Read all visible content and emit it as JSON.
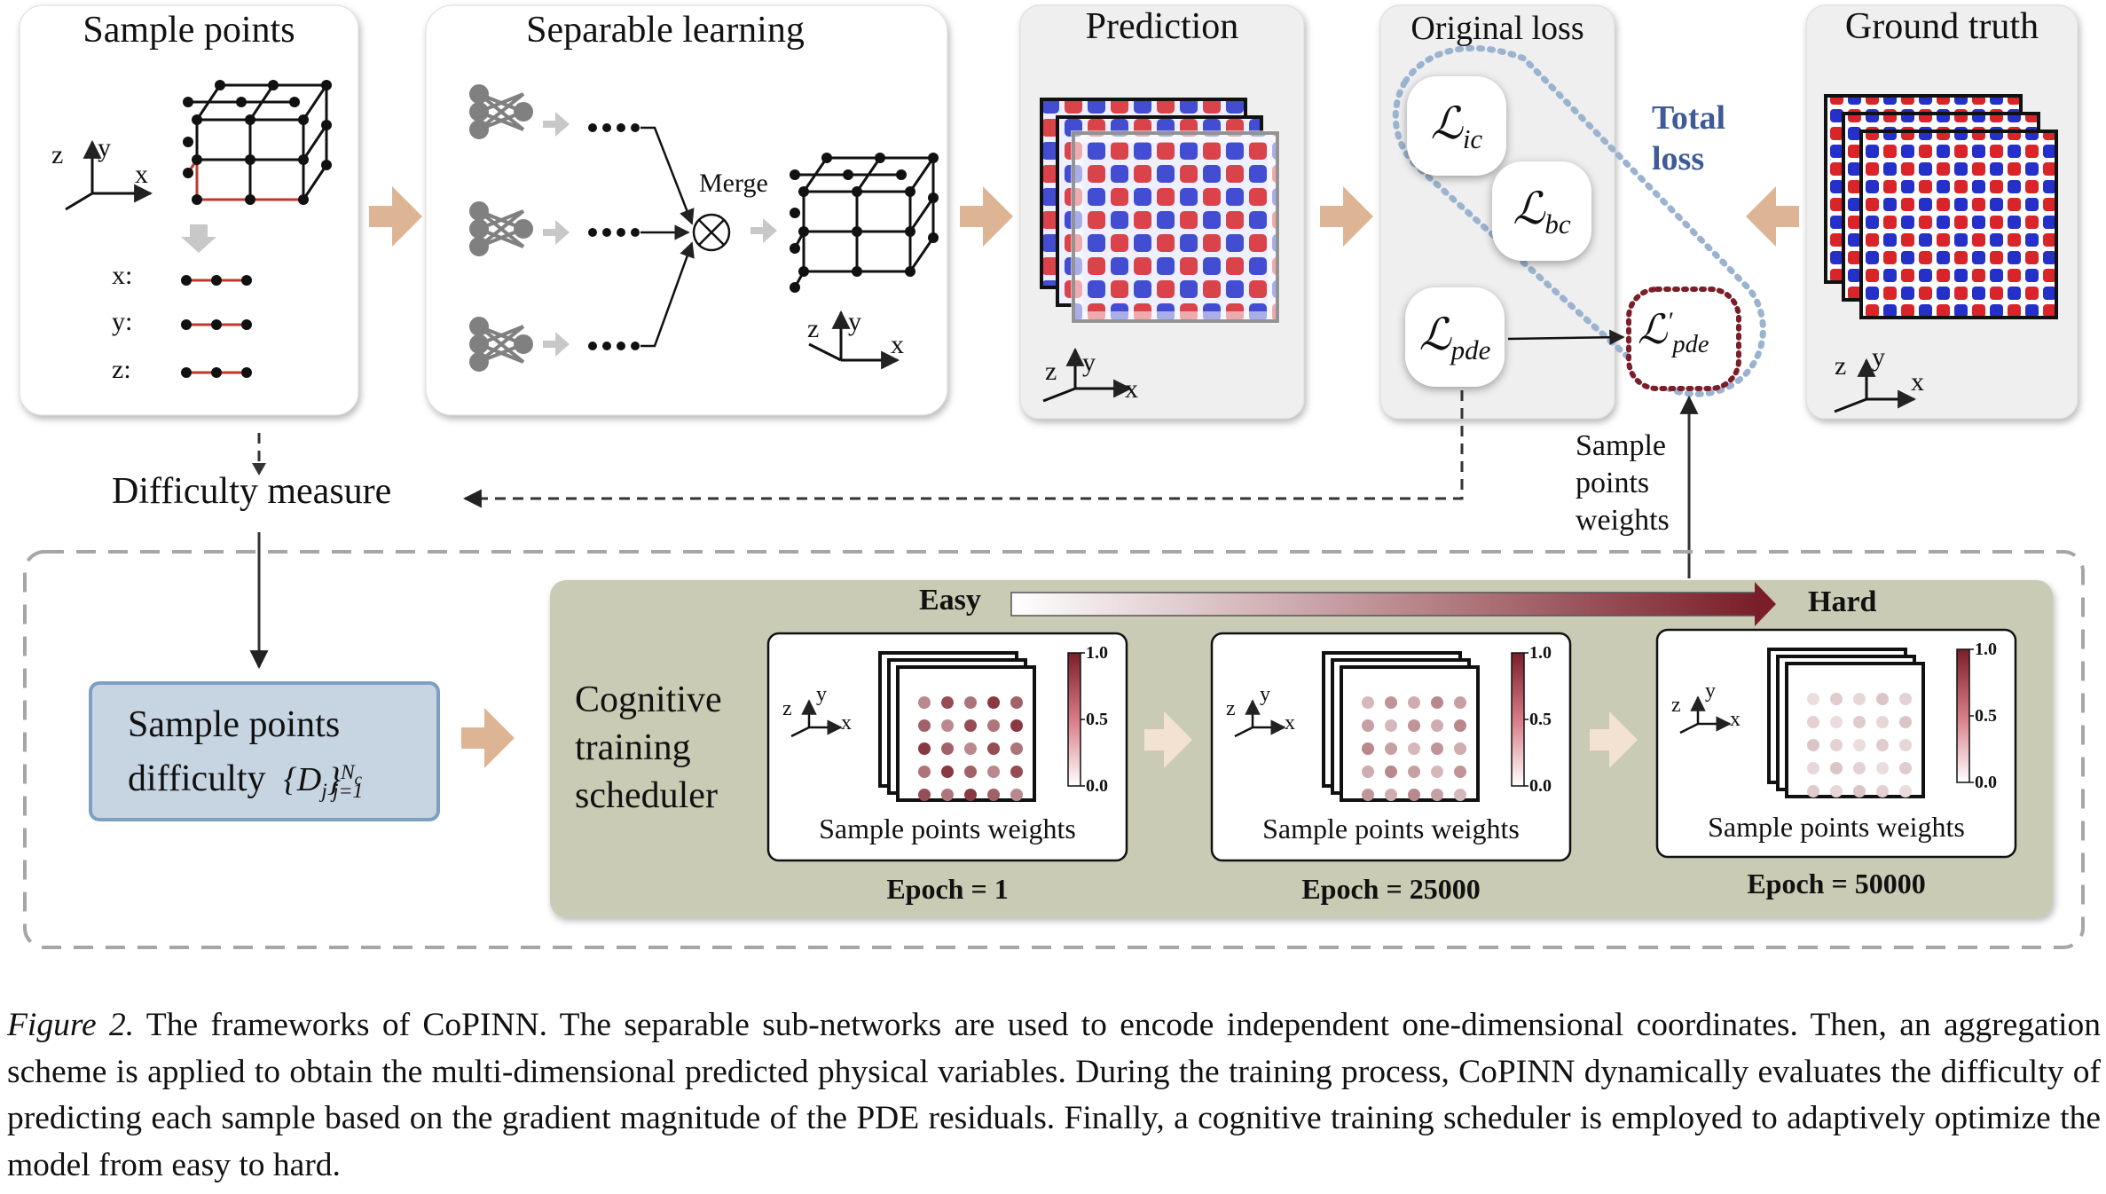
{
  "figure": {
    "sample_points": {
      "title": "Sample points",
      "x": "x",
      "y": "y",
      "z": "z",
      "rows": [
        "x:",
        "y:",
        "z:"
      ]
    },
    "separable": {
      "title": "Separable learning",
      "merge": "Merge"
    },
    "prediction": {
      "title": "Prediction"
    },
    "original_loss": {
      "title": "Original loss",
      "l_ic": "ic",
      "l_bc": "bc",
      "l_pde": "pde",
      "l_pde_prime": "pde",
      "prime": "′"
    },
    "total_loss": {
      "line1": "Total",
      "line2": "loss"
    },
    "ground_truth": {
      "title": "Ground truth"
    },
    "difficulty_measure": "Difficulty measure",
    "weights_arrow_label": [
      "Sample",
      "points",
      "weights"
    ],
    "difficulty_box": {
      "line1": "Sample points",
      "line2": "difficulty",
      "D": "D",
      "j": "j",
      "j_eq": "j=1",
      "N": "N",
      "c": "c"
    },
    "scheduler": {
      "label": [
        "Cognitive",
        "training",
        "scheduler"
      ],
      "easy": "Easy",
      "hard": "Hard",
      "panels": [
        {
          "caption": "Sample points weights",
          "epoch": "Epoch = 1",
          "level": 0.75
        },
        {
          "caption": "Sample points weights",
          "epoch": "Epoch = 25000",
          "level": 0.45
        },
        {
          "caption": "Sample points weights",
          "epoch": "Epoch = 50000",
          "level": 0.22
        }
      ],
      "colorbar_ticks": [
        "1.0",
        "0.5",
        "0.0"
      ]
    },
    "colors": {
      "arrow": "#ddb595",
      "arrow_light": "#f3e1d1",
      "scheduler_bg": "#c9cbb4",
      "difficulty_bg": "#c7d4e1",
      "difficulty_border": "#7e9fc2",
      "total_loss_text": "#3e5a97",
      "dotted_ring": "#9bb3cf",
      "lpde_prime_border": "#7a1f29",
      "red_line": "#c0392b",
      "hard": "#7a1f29"
    }
  },
  "caption": {
    "label": "Figure 2.",
    "text": "The frameworks of CoPINN. The separable sub-networks are used to encode independent one-dimensional coordinates. Then, an aggregation scheme is applied to obtain the multi-dimensional predicted physical variables. During the training process, CoPINN dynamically evaluates the difficulty of predicting each sample based on the gradient magnitude of the PDE residuals. Finally, a cognitive training scheduler is employed to adaptively optimize the model from easy to hard."
  }
}
